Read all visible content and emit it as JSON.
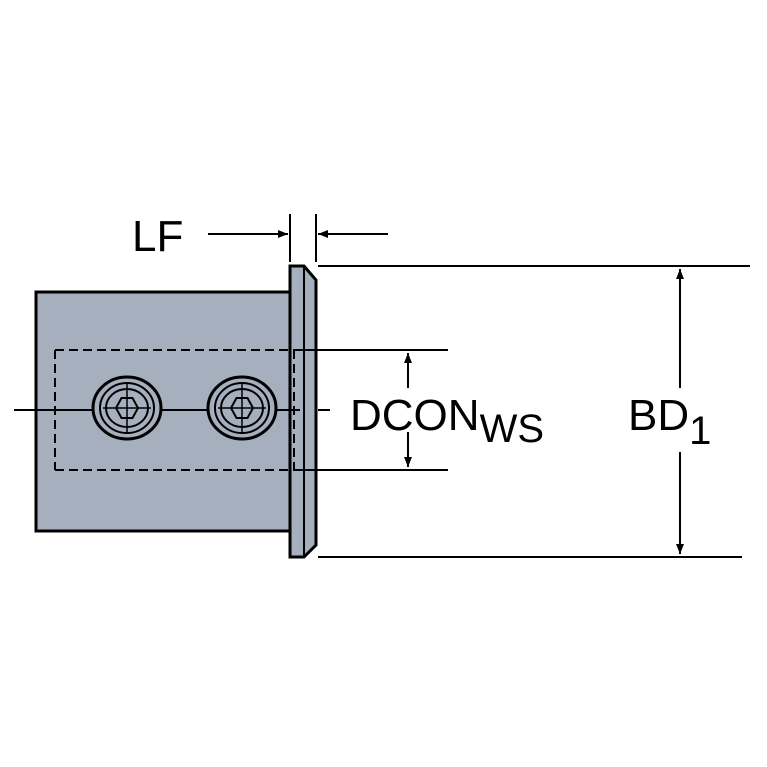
{
  "labels": {
    "lf": "LF",
    "dcon": "DCON",
    "dcon_sub": "WS",
    "bd": "BD",
    "bd_sub": "1"
  },
  "colors": {
    "body_fill": "#a5afbd",
    "line": "#000000",
    "background": "#ffffff"
  },
  "icons": [
    "hex-socket-screw-icon",
    "arrow-icon"
  ]
}
